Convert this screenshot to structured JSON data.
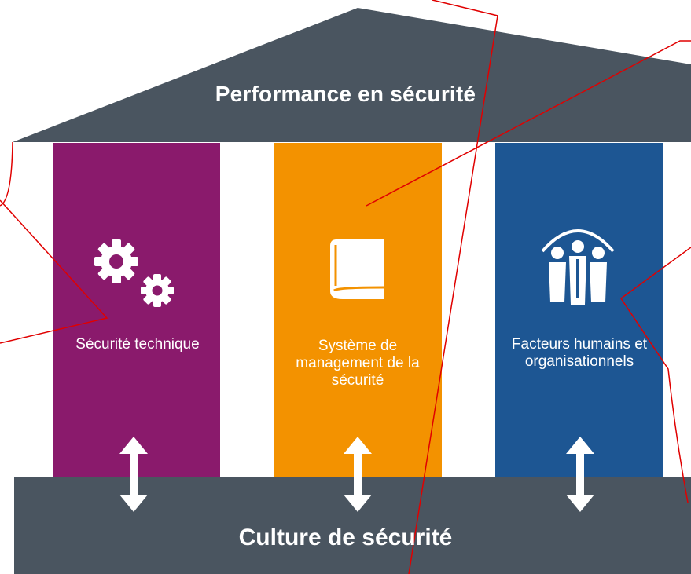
{
  "roof": {
    "title": "Performance en sécurité"
  },
  "pillars": [
    {
      "label": "Sécurité technique",
      "icon": "gears-icon"
    },
    {
      "label": "Système de management de la sécurité",
      "icon": "book-icon"
    },
    {
      "label": "Facteurs humains et organisationnels",
      "icon": "people-icon"
    }
  ],
  "base": {
    "title": "Culture de sécurité"
  },
  "colors": {
    "roof": "#4a5560",
    "base": "#4a5560",
    "pillar_1": "#8a1a6c",
    "pillar_2": "#f39200",
    "pillar_3": "#1d5693",
    "annotation": "#e00000",
    "icon": "#ffffff"
  }
}
